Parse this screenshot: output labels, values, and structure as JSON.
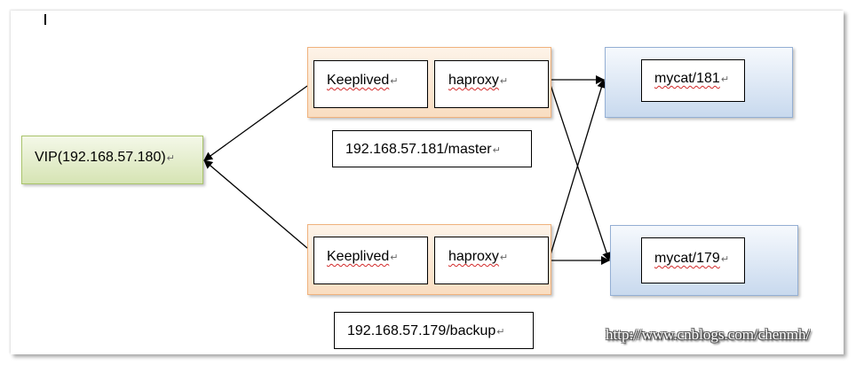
{
  "vip": {
    "label": "VIP(192.168.57.180)"
  },
  "master": {
    "keepalived": "Keeplived",
    "haproxy": "haproxy",
    "caption": "192.168.57.181/master"
  },
  "backup": {
    "keepalived": "Keeplived",
    "haproxy": "haproxy",
    "caption": "192.168.57.179/backup"
  },
  "mycat_a": {
    "label": "mycat/181"
  },
  "mycat_b": {
    "label": "mycat/179"
  },
  "paragraph_mark": "↵",
  "watermark": "http://www.cnblogs.com/chenmh/",
  "colors": {
    "vip_border": "#a9c46b",
    "node_border": "#f0b27d",
    "mycat_border": "#94afd4",
    "arrow": "#000000"
  }
}
